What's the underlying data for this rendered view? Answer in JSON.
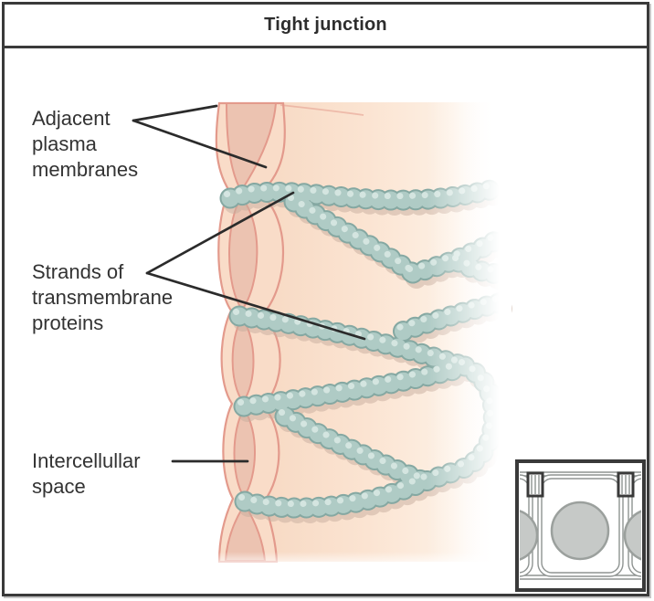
{
  "title": "Tight junction",
  "labels": {
    "adjacent_membranes": "Adjacent plasma membranes",
    "strands": "Strands of transmembrane proteins",
    "intercellular_space": "Intercellullar space"
  },
  "diagram": {
    "type": "anatomy-illustration",
    "subject": "tight junction between two epithelial cells",
    "parts": [
      "adjacent plasma membranes drawn as wavy double lines",
      "network of beaded strands of transmembrane proteins",
      "pink lens-shaped intercellular spaces between membrane pinch points",
      "inset showing epithelial cells with tight-junction locations marked"
    ]
  },
  "colors": {
    "frame_border": "#3a3a3a",
    "title_text": "#2d2d2d",
    "label_text": "#333333",
    "leader_line": "#2b2b2b",
    "cell_peach_deep": "#f7d9c3",
    "cell_peach": "#fbe4d2",
    "cell_peach_pale": "#fdf0e4",
    "membrane_band": "#f9dcc8",
    "membrane_stroke": "#e39a8c",
    "intercellular_pink": "#ecc3b1",
    "bead_fill": "#afcbc5",
    "bead_outline": "#85a8a2",
    "bead_highlight": "#d9e8e4",
    "bead_shadow": "#c8ae9f",
    "inset_line": "#8f9492",
    "inset_nucleus_fill": "#c6c9c7",
    "inset_nucleus_stroke": "#9ba09d",
    "inset_border": "#3a3a3a"
  }
}
